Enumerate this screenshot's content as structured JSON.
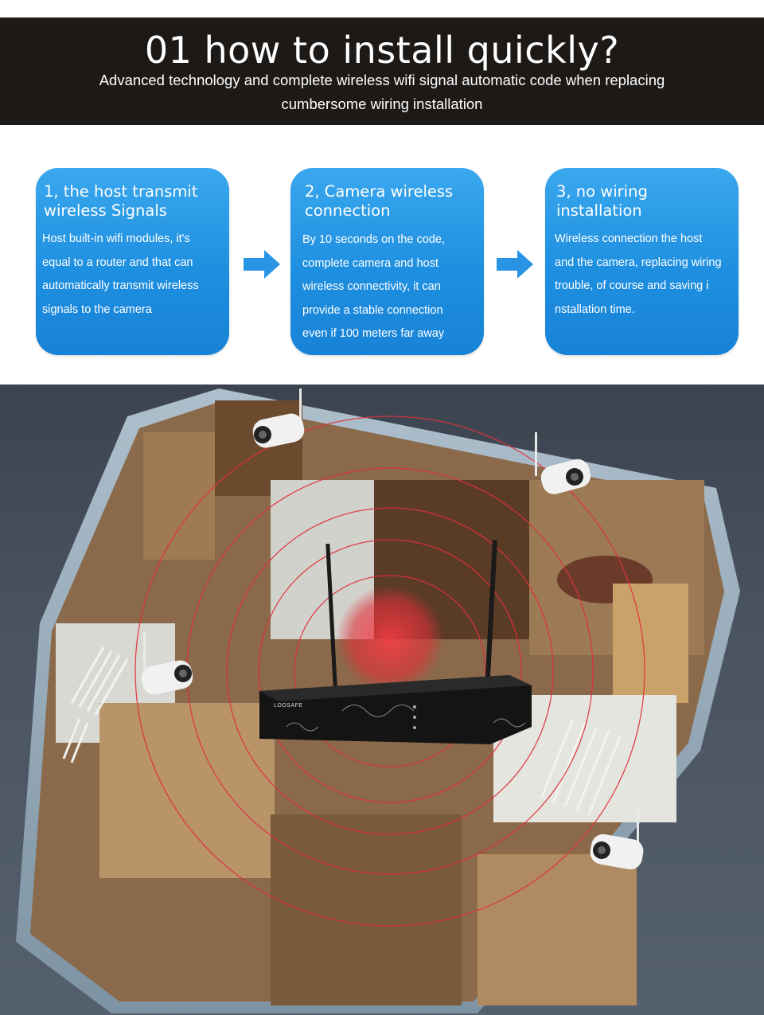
{
  "banner": {
    "title": "01 how to install quickly?",
    "subtitle_line1": "Advanced technology and complete wireless wifi signal automatic code when replacing",
    "subtitle_line2": "cumbersome wiring installation"
  },
  "steps": [
    {
      "title_line1": "1, the host transmit",
      "title_line2": " wireless Signals",
      "body": [
        "Host built-in wifi modules, it's",
        "equal to a router and that can",
        "automatically transmit wireless",
        "signals to the camera"
      ]
    },
    {
      "title_line1": "2, Camera wireless",
      "title_line2": "connection",
      "body": [
        "By 10 seconds on the code,",
        "complete camera and host",
        "wireless connectivity, it can",
        " provide a stable connection",
        "even if 100 meters far away"
      ]
    },
    {
      "title_line1": "3, no wiring installation",
      "title_line2": "",
      "body": [
        "Wireless connection the host",
        "and the camera, replacing wiring",
        "trouble, of course and saving i",
        "nstallation time."
      ]
    }
  ],
  "scene": {
    "nvr_brand": "LOOSAFE"
  },
  "colors": {
    "banner_bg": "#1c1917",
    "card_blue": "#1e8fe0",
    "signal_red": "#e0303a"
  },
  "icons": [
    "arrow-right-icon",
    "nvr-device-icon",
    "wifi-camera-icon"
  ]
}
